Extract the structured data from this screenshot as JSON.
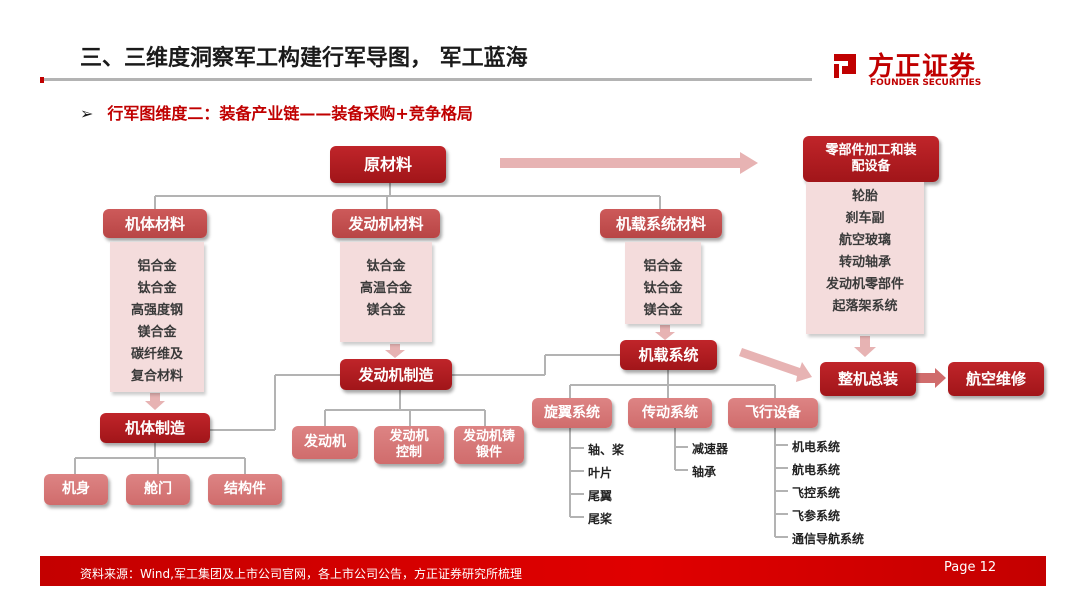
{
  "header": {
    "title": "三、三维度洞察军工构建行军导图， 军工蓝海",
    "subtitle_arrow": "➢",
    "subtitle": "行军图维度二：装备产业链——装备采购+竞争格局"
  },
  "logo": {
    "cn": "方正证券",
    "en": "FOUNDER SECURITIES",
    "color": "#c00000"
  },
  "diagram": {
    "raw_materials": "原材料",
    "parts_equipment": "零部件加工和装配设备",
    "parts_items": [
      "轮胎",
      "刹车副",
      "航空玻璃",
      "转动轴承",
      "发动机零部件",
      "起落架系统"
    ],
    "airframe_material": {
      "label": "机体材料",
      "items": [
        "铝合金",
        "钛合金",
        "高强度钢",
        "镁合金",
        "碳纤维及",
        "复合材料"
      ]
    },
    "engine_material": {
      "label": "发动机材料",
      "items": [
        "钛合金",
        "高温合金",
        "镁合金"
      ]
    },
    "airborne_material": {
      "label": "机载系统材料",
      "items": [
        "铝合金",
        "钛合金",
        "镁合金"
      ]
    },
    "airframe_mfg": "机体制造",
    "airframe_parts": [
      "机身",
      "舱门",
      "结构件"
    ],
    "engine_mfg": "发动机制造",
    "engine_parts": [
      "发动机",
      "发动机控制",
      "发动机铸锻件"
    ],
    "airborne_system": "机载系统",
    "rotor": {
      "label": "旋翼系统",
      "items": [
        "轴、桨",
        "叶片",
        "尾翼",
        "尾桨"
      ]
    },
    "transmission": {
      "label": "传动系统",
      "items": [
        "减速器",
        "轴承"
      ]
    },
    "flight_equipment": {
      "label": "飞行设备",
      "items": [
        "机电系统",
        "航电系统",
        "飞控系统",
        "飞参系统",
        "通信导航系统"
      ]
    },
    "assembly": "整机总装",
    "maintenance": "航空维修"
  },
  "footer": {
    "source": "资料来源：Wind,军工集团及上市公司官网，各上市公司公告，方正证券研究所梳理",
    "page": "Page 12"
  },
  "colors": {
    "dark_red": "#a11519",
    "mid_red": "#b84545",
    "light_red": "#d06c6c",
    "note_bg": "#f4dcdc",
    "line": "#b3b3b3"
  }
}
